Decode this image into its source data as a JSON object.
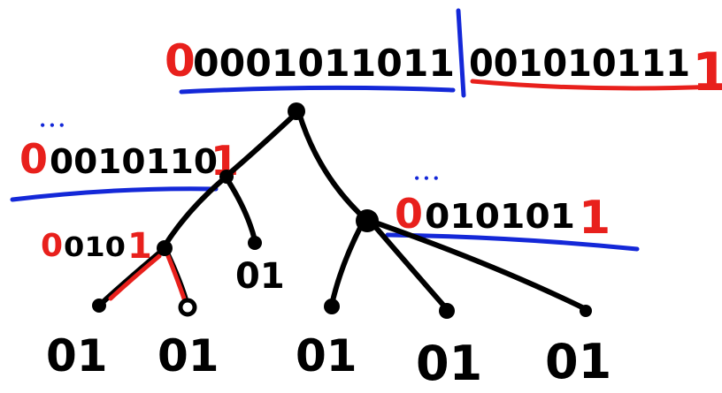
{
  "colors": {
    "ink": "#000000",
    "red": "#e8201c",
    "blue": "#1428d8",
    "background": "#ffffff"
  },
  "root": {
    "left_first": "0",
    "left_rest": "0001011011",
    "right_rest": "001010111",
    "right_last": "",
    "left_underline_color": "blue",
    "right_underline_color": "red"
  },
  "node_left": {
    "first": "0",
    "middle": "0010110",
    "last": "1",
    "dots": "• • •"
  },
  "node_right": {
    "first": "0",
    "middle": "010101",
    "last": "1",
    "dots": "• • •"
  },
  "node_leftleft": {
    "first": "0",
    "middle": "010",
    "last": "1"
  },
  "leaves": {
    "l1": "01",
    "l2": "01",
    "l3": "01",
    "l4": "01",
    "l5": "01",
    "l6": "01"
  }
}
